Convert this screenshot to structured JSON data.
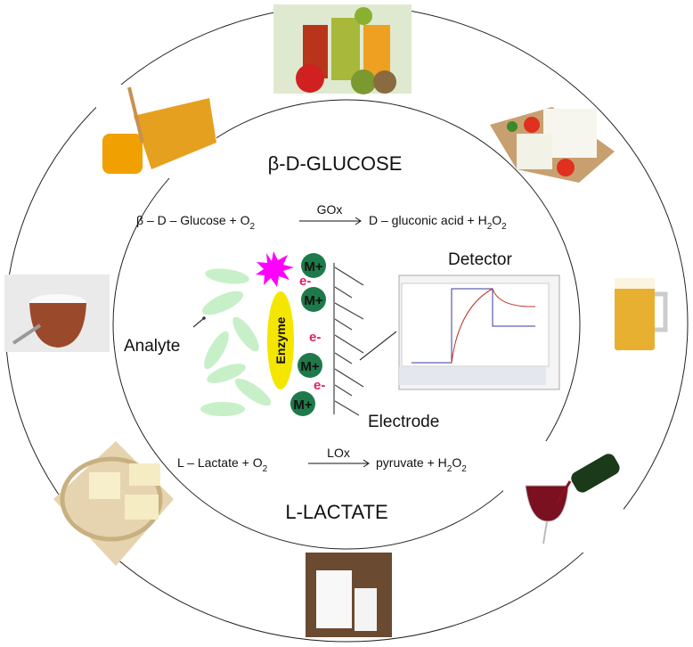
{
  "glucose": {
    "title": "β-D-GLUCOSE",
    "eq": {
      "reactant": "β – D – Glucose  +  O",
      "r_sub": "2",
      "enzyme": "GOx",
      "product": "D – gluconic acid  +  H",
      "p_sub1": "2",
      "p_mid": "O",
      "p_sub2": "2"
    }
  },
  "lactate": {
    "title": "L-LACTATE",
    "eq": {
      "reactant": "L – Lactate  +  O",
      "r_sub": "2",
      "enzyme": "LOx",
      "product": "pyruvate  +  H",
      "p_sub1": "2",
      "p_mid": "O",
      "p_sub2": "2"
    }
  },
  "labels": {
    "analyte": "Analyte",
    "enzyme": "Enzyme",
    "detector": "Detector",
    "electrode": "Electrode",
    "mediator": "M+",
    "electron": "e-"
  },
  "colors": {
    "analyte": "#c8f0c8",
    "enzyme": "#f5e600",
    "mediator": "#1e7a4a",
    "electron": "#e0206a",
    "burst": "#ff00ff"
  }
}
